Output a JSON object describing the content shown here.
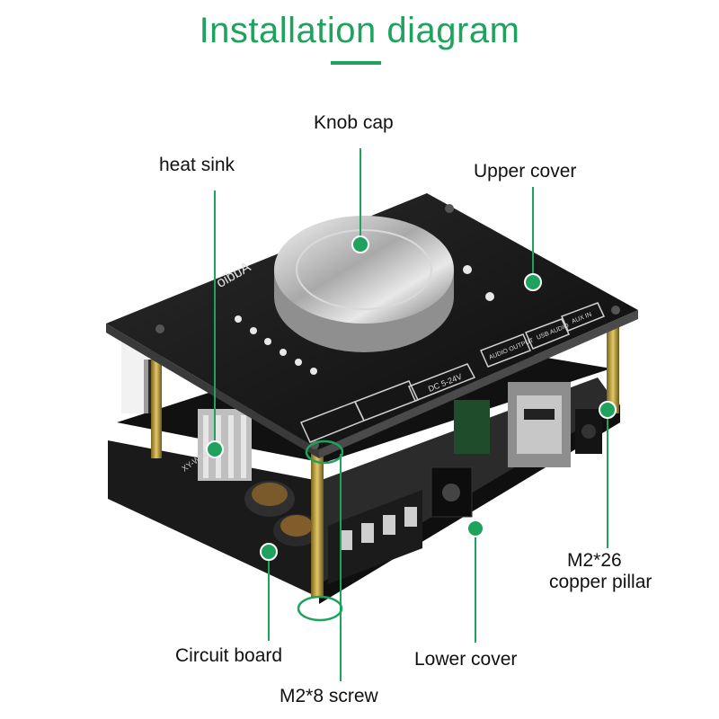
{
  "title": "Installation diagram",
  "accent_color": "#1fa25e",
  "labels": {
    "knob_cap": "Knob cap",
    "heat_sink": "heat sink",
    "upper_cover": "Upper cover",
    "pillar_line1": "M2*26",
    "pillar_line2": "copper pillar",
    "circuit_board": "Circuit board",
    "lower_cover": "Lower cover",
    "screw": "M2*8 screw"
  },
  "board_print": {
    "brand_line": "Audio",
    "model": "XY-W50H",
    "dc_label": "DC 5-24V",
    "port_audio_output": "AUDIO OUTPUT",
    "port_usb_audio": "USB AUDIO",
    "port_aux_in": "AUX IN"
  }
}
